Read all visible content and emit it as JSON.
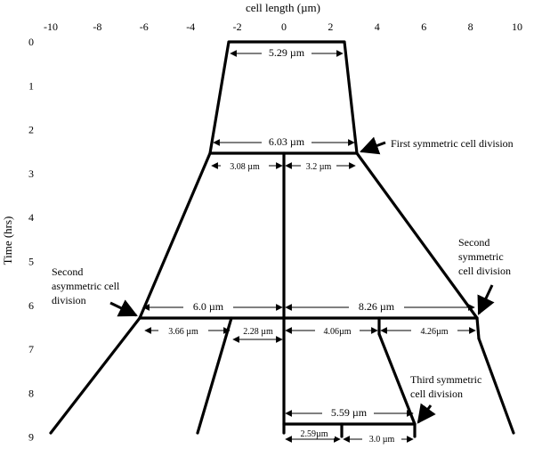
{
  "diagram": {
    "x_axis_label": "cell length (µm)",
    "y_axis_label": "Time (hrs)",
    "x_ticks": [
      -10,
      -8,
      -6,
      -4,
      -2,
      0,
      2,
      4,
      6,
      8,
      10
    ],
    "y_ticks": [
      0,
      1,
      2,
      3,
      4,
      5,
      6,
      7,
      8,
      9
    ],
    "events": {
      "first_symmetric": "First symmetric cell division",
      "second_symmetric": [
        "Second",
        "symmetric",
        "cell division"
      ],
      "second_asymmetric": [
        "Second",
        "asymmetric cell",
        "division"
      ],
      "third_symmetric": [
        "Third symmetric",
        "cell division"
      ]
    },
    "measurements": {
      "initial_length": "5.29 µm",
      "first_division_length": "6.03 µm",
      "first_left_daughter": "3.08 µm",
      "first_right_daughter": "3.2 µm",
      "second_left_length": "6.0 µm",
      "second_right_length": "8.26 µm",
      "left_outer_daughter": "3.66 µm",
      "left_inner_daughter": "2.28 µm",
      "right_inner_daughter": "4.06µm",
      "right_outer_daughter": "4.26µm",
      "third_division_length": "5.59 µm",
      "third_left_daughter": "2.59µm",
      "third_right_daughter": "3.0 µm"
    }
  }
}
